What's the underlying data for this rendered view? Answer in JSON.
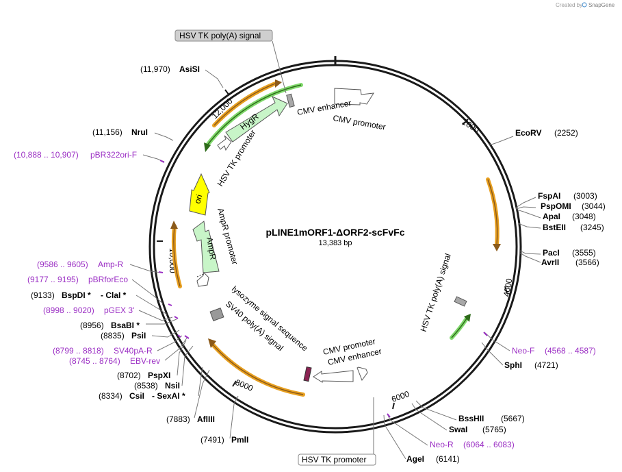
{
  "app": {
    "created_by": "Created by",
    "brand": "SnapGene"
  },
  "plasmid": {
    "name": "pLINE1mORF1-ΔORF2-scFvFc",
    "size": "13,383 bp"
  },
  "colors": {
    "ring": "#1a1a1a",
    "primer": "#9b2fc4",
    "resistance": "#c8f5c8",
    "ori": "#ffff00",
    "polyA": "#a8a8a8",
    "signal": "#8b2252",
    "feature_outline": "#e8a020"
  },
  "boxed_labels": {
    "top": "HSV TK poly(A) signal",
    "bottom": "HSV TK promoter"
  },
  "ticks": {
    "t2000": "2000",
    "t4000": "4000",
    "t6000": "6000",
    "t8000": "8000",
    "t10000": "10,000",
    "t12000": "12,000"
  },
  "features": {
    "cmv_enh_top": "CMV enhancer",
    "cmv_pro_top": "CMV promoter",
    "hygr": "HygR",
    "hsvtk_pro_left": "HSV TK promoter",
    "ori": "ori",
    "ampr_pro": "AmpR promoter",
    "ampr": "AmpR",
    "lyso": "lysozyme signal sequence",
    "sv40pa": "SV40 poly(A) signal",
    "cmv_pro_bot": "CMV promoter",
    "cmv_enh_bot": "CMV enhancer",
    "hsvtk_polya_right": "HSV TK poly(A) signal"
  },
  "right_sites": [
    {
      "name": "EcoRV",
      "pos": "(2252)"
    },
    {
      "name": "FspAI",
      "pos": "(3003)"
    },
    {
      "name": "PspOMI",
      "pos": "(3044)"
    },
    {
      "name": "ApaI",
      "pos": "(3048)"
    },
    {
      "name": "BstEII",
      "pos": "(3245)"
    },
    {
      "name": "PacI",
      "pos": "(3555)"
    },
    {
      "name": "AvrII",
      "pos": "(3566)"
    },
    {
      "name": "SphI",
      "pos": "(4721)"
    },
    {
      "name": "BssHII",
      "pos": "(5667)"
    },
    {
      "name": "SwaI",
      "pos": "(5765)"
    },
    {
      "name": "AgeI",
      "pos": "(6141)"
    }
  ],
  "left_sites": [
    {
      "name": "AsiSI",
      "pos": "(11,970)"
    },
    {
      "name": "NruI",
      "pos": "(11,156)"
    },
    {
      "name": "BspDI *",
      "extra": "-  ClaI *",
      "pos": "(9133)"
    },
    {
      "name": "BsaBI *",
      "pos": "(8956)"
    },
    {
      "name": "PsiI",
      "pos": "(8835)"
    },
    {
      "name": "PspXI",
      "pos": "(8702)"
    },
    {
      "name": "NsiI",
      "pos": "(8538)"
    },
    {
      "name": "CsiI",
      "extra": "-  SexAI *",
      "pos": "(8334)"
    },
    {
      "name": "AflIII",
      "pos": "(7883)"
    },
    {
      "name": "PmlI",
      "pos": "(7491)"
    }
  ],
  "primers": [
    {
      "name": "pBR322ori-F",
      "pos": "(10,888 .. 10,907)"
    },
    {
      "name": "Amp-R",
      "pos": "(9586 .. 9605)"
    },
    {
      "name": "pBRforEco",
      "pos": "(9177 .. 9195)"
    },
    {
      "name": "pGEX 3'",
      "pos": "(8998 .. 9020)"
    },
    {
      "name": "SV40pA-R",
      "pos": "(8799 .. 8818)"
    },
    {
      "name": "EBV-rev",
      "pos": "(8745 .. 8764)"
    },
    {
      "name": "Neo-F",
      "pos": "(4568 .. 4587)"
    },
    {
      "name": "Neo-R",
      "pos": "(6064 .. 6083)"
    }
  ]
}
